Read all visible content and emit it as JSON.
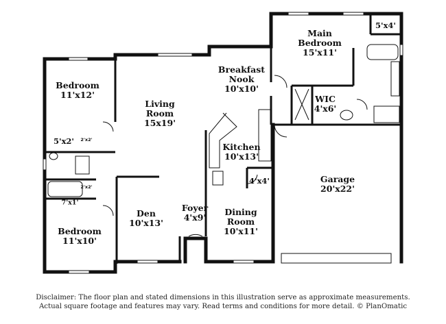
{
  "rooms": {
    "main_bedroom": {
      "name": "Main\nBedroom",
      "name_line1": "Main",
      "name_line2": "Bedroom",
      "dims": "15'x11'"
    },
    "main_bath_closet": {
      "dims": "5'x4'"
    },
    "breakfast_nook": {
      "name_line1": "Breakfast",
      "name_line2": "Nook",
      "dims": "10'x10'"
    },
    "wic": {
      "name": "WIC",
      "dims": "4'x6'"
    },
    "bedroom_1": {
      "name": "Bedroom",
      "dims": "11'x12'"
    },
    "living_room": {
      "name_line1": "Living",
      "name_line2": "Room",
      "dims": "15x19'"
    },
    "closet_5x2": {
      "dims": "5'x2'"
    },
    "closet_2x2_a": {
      "dims": "2'x2'"
    },
    "closet_2x2_b": {
      "dims": "2'x2'"
    },
    "kitchen": {
      "name": "Kitchen",
      "dims": "10'x13'"
    },
    "pantry": {
      "dims": "4'x4'"
    },
    "garage": {
      "name": "Garage",
      "dims": "20'x22'"
    },
    "closet_7x1": {
      "dims": "7'x1'"
    },
    "bedroom_2": {
      "name": "Bedroom",
      "dims": "11'x10'"
    },
    "den": {
      "name": "Den",
      "dims": "10'x13'"
    },
    "foyer": {
      "name": "Foyer",
      "dims": "4'x9'"
    },
    "dining_room": {
      "name_line1": "Dining",
      "name_line2": "Room",
      "dims": "10'x11'"
    }
  },
  "disclaimer": {
    "line1": "Disclaimer: The floor plan and stated dimensions in this illustration serve as approximate measurements.",
    "line2": "Actual square footage and features may vary. Read terms and conditions for more detail. © PlanOmatic"
  }
}
